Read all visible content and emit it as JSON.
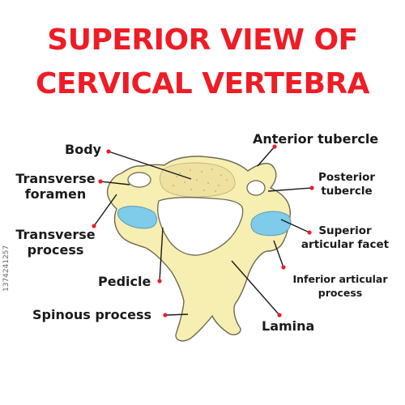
{
  "title": {
    "line1": "SUPERIOR VIEW OF",
    "line2": "CERVICAL VERTEBRA"
  },
  "labels": {
    "body": "Body",
    "transverse_foramen_1": "Transverse",
    "transverse_foramen_2": "foramen",
    "transverse_process_1": "Transverse",
    "transverse_process_2": "process",
    "pedicle": "Pedicle",
    "spinous_process": "Spinous process",
    "anterior_tubercle": "Anterior tubercle",
    "posterior_tubercle_1": "Posterior",
    "posterior_tubercle_2": "tubercle",
    "superior_articular_facet_1": "Superior",
    "superior_articular_facet_2": "articular facet",
    "inferior_articular_process_1": "Inferior articular",
    "inferior_articular_process_2": "process",
    "lamina": "Lamina"
  },
  "stock_id": "1374241257",
  "colors": {
    "title": "#ee1c25",
    "bone": "#f7eeb1",
    "bone_outline": "#6b6b55",
    "facet": "#7ecbea",
    "pointer_dot": "#e8202a"
  }
}
